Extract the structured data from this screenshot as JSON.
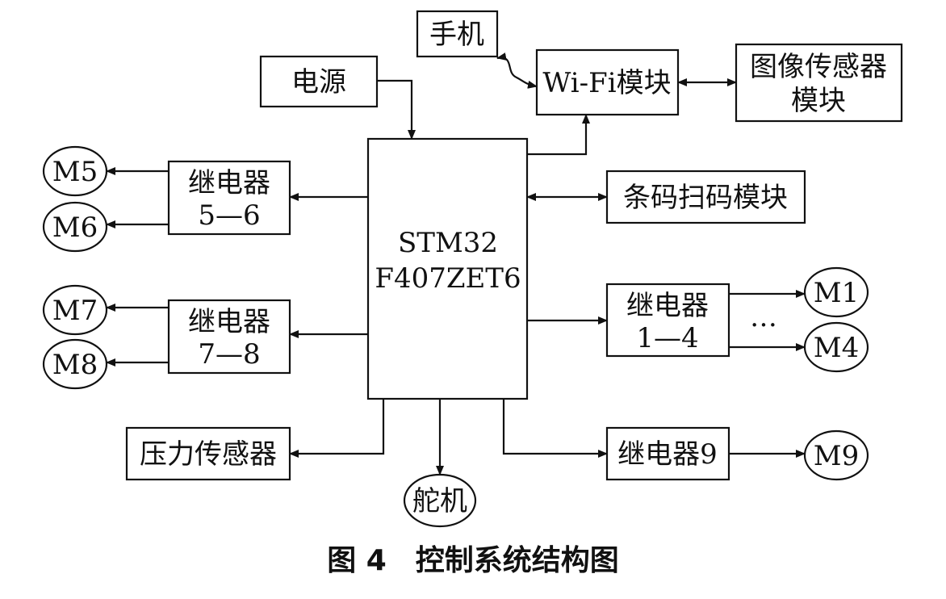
{
  "blocks": {
    "mcu": [
      "STM32",
      "F407ZET6"
    ],
    "power": "电源",
    "phone": "手机",
    "wifi": "Wi-Fi模块",
    "image_sensor": [
      "图像传感器",
      "模块"
    ],
    "barcode": "条码扫码模块",
    "relay56": [
      "继电器",
      "5—6"
    ],
    "relay78": [
      "继电器",
      "7—8"
    ],
    "relay14": [
      "继电器",
      "1—4"
    ],
    "relay9": "继电器9",
    "pressure": "压力传感器",
    "servo": "舵机"
  },
  "motors": {
    "m5": "M5",
    "m6": "M6",
    "m7": "M7",
    "m8": "M8",
    "m1": "M1",
    "m4": "M4",
    "m9": "M9"
  },
  "ellipsis": "…",
  "caption": "图 4　控制系统结构图"
}
